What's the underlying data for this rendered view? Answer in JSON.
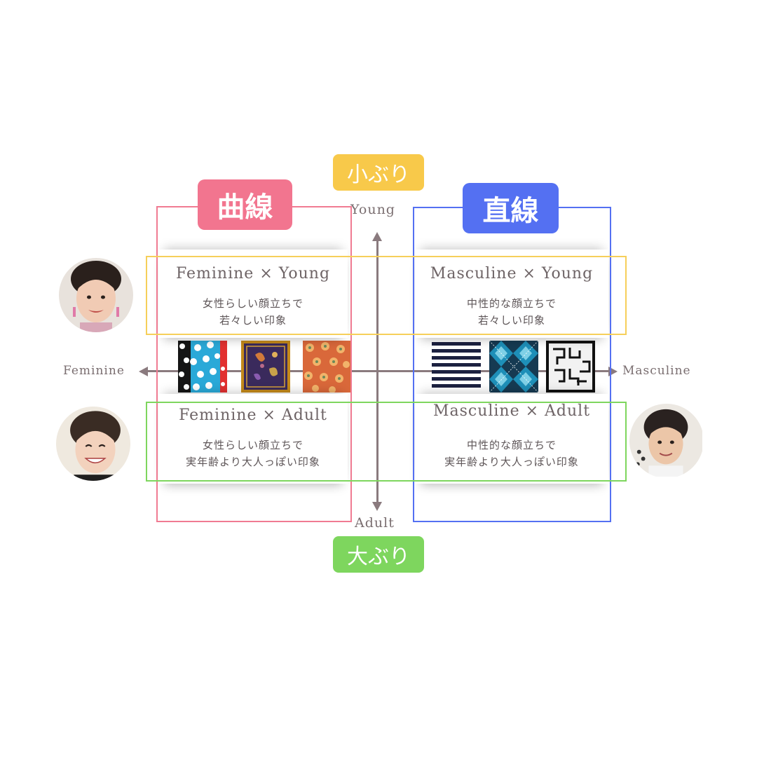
{
  "tags": {
    "curve": "曲線",
    "straight": "直線",
    "small": "小ぶり",
    "large": "大ぶり"
  },
  "axes": {
    "top": "Young",
    "bottom": "Adult",
    "left": "Feminine",
    "right": "Masculine"
  },
  "quadrants": {
    "fem_young": {
      "title": "Feminine × Young",
      "line1": "女性らしい顔立ちで",
      "line2": "若々しい印象"
    },
    "masc_young": {
      "title": "Masculine × Young",
      "line1": "中性的な顔立ちで",
      "line2": "若々しい印象"
    },
    "fem_adult": {
      "title": "Feminine × Adult",
      "line1": "女性らしい顔立ちで",
      "line2": "実年齢より大人っぽい印象"
    },
    "masc_adult": {
      "title": "Masculine × Adult",
      "line1": "中性的な顔立ちで",
      "line2": "実年齢より大人っぽい印象"
    }
  },
  "colors": {
    "pink": "#f2758f",
    "blue": "#5470f2",
    "yellow": "#f8c94a",
    "green": "#7ed65e",
    "axis": "#8a7a7e"
  },
  "swatches": [
    "polka-dot-swatch",
    "paisley-swatch",
    "floral-swatch",
    "stripe-swatch",
    "argyle-swatch",
    "geometric-swatch"
  ]
}
